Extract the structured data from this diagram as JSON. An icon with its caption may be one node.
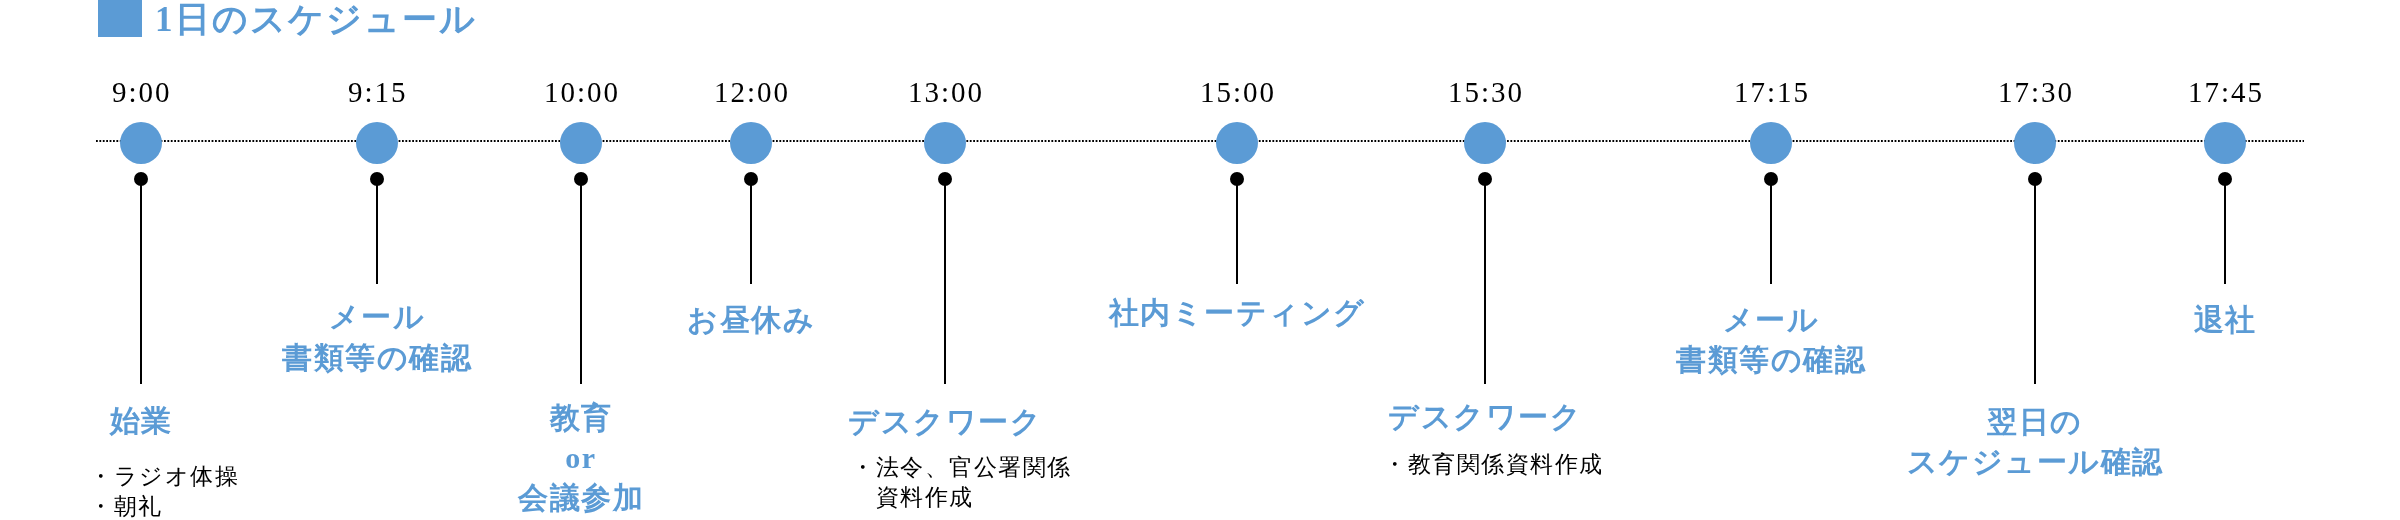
{
  "diagram": {
    "title": "1日のスケジュール",
    "nodes": [
      {
        "text": [],
        "shape": "circle",
        "beside": [
          "9:00"
        ]
      },
      {
        "text": [
          "始業",
          "・ラジオ体操",
          "・朝礼"
        ]
      },
      {
        "text": [],
        "shape": "circle",
        "beside": [
          "9:15"
        ]
      },
      {
        "text": [
          "メール書類等の確認"
        ]
      },
      {
        "text": [],
        "shape": "circle",
        "beside": [
          "10:00"
        ]
      },
      {
        "text": [
          "教育 or 会議参加"
        ]
      },
      {
        "text": [],
        "shape": "circle",
        "beside": [
          "12:00"
        ]
      },
      {
        "text": [
          "お昼休み"
        ]
      },
      {
        "text": [],
        "shape": "circle",
        "beside": [
          "13:00"
        ]
      },
      {
        "text": [
          "デスクワーク",
          "・法令、官公署関係資料作成"
        ]
      },
      {
        "text": [],
        "shape": "circle",
        "beside": [
          "15:00"
        ]
      },
      {
        "text": [
          "社内ミーティング"
        ]
      },
      {
        "text": [],
        "shape": "circle",
        "beside": [
          "15:30"
        ]
      },
      {
        "text": [
          "デスクワーク",
          "・教育関係資料作成"
        ]
      },
      {
        "text": [],
        "shape": "circle",
        "beside": [
          "17:15"
        ]
      },
      {
        "text": [
          "メール書類等の確認"
        ]
      },
      {
        "text": [],
        "shape": "circle",
        "beside": [
          "17:30"
        ]
      },
      {
        "text": [
          "翌日のスケジュール確認"
        ]
      },
      {
        "text": [],
        "shape": "circle",
        "beside": [
          "17:45"
        ]
      },
      {
        "text": [
          "退社"
        ]
      }
    ],
    "edges": [
      {
        "from": 1,
        "to": 0,
        "arrow": "other"
      },
      {
        "from": 3,
        "to": 2,
        "arrow": "other"
      },
      {
        "from": 5,
        "to": 4,
        "arrow": "other"
      },
      {
        "from": 7,
        "to": 6,
        "arrow": "other"
      },
      {
        "from": 9,
        "to": 8,
        "arrow": "other"
      },
      {
        "from": 11,
        "to": 10,
        "arrow": "other"
      },
      {
        "from": 13,
        "to": 12,
        "arrow": "other"
      },
      {
        "from": 15,
        "to": 14,
        "arrow": "other"
      },
      {
        "from": 17,
        "to": 16,
        "arrow": "other"
      },
      {
        "from": 19,
        "to": 18,
        "arrow": "other"
      }
    ]
  }
}
